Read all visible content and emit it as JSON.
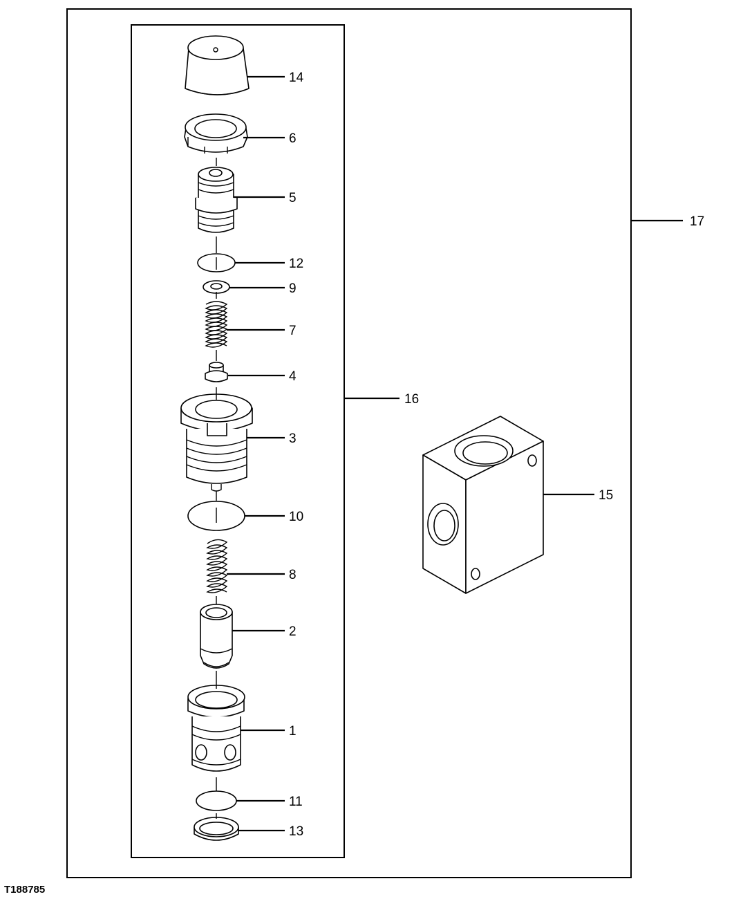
{
  "figure_id": "T188785",
  "callouts": [
    {
      "id": "14",
      "label": "14"
    },
    {
      "id": "6",
      "label": "6"
    },
    {
      "id": "5",
      "label": "5"
    },
    {
      "id": "12",
      "label": "12"
    },
    {
      "id": "9",
      "label": "9"
    },
    {
      "id": "7",
      "label": "7"
    },
    {
      "id": "4",
      "label": "4"
    },
    {
      "id": "3",
      "label": "3"
    },
    {
      "id": "10",
      "label": "10"
    },
    {
      "id": "8",
      "label": "8"
    },
    {
      "id": "2",
      "label": "2"
    },
    {
      "id": "1",
      "label": "1"
    },
    {
      "id": "11",
      "label": "11"
    },
    {
      "id": "13",
      "label": "13"
    },
    {
      "id": "16",
      "label": "16"
    },
    {
      "id": "15",
      "label": "15"
    },
    {
      "id": "17",
      "label": "17"
    }
  ]
}
